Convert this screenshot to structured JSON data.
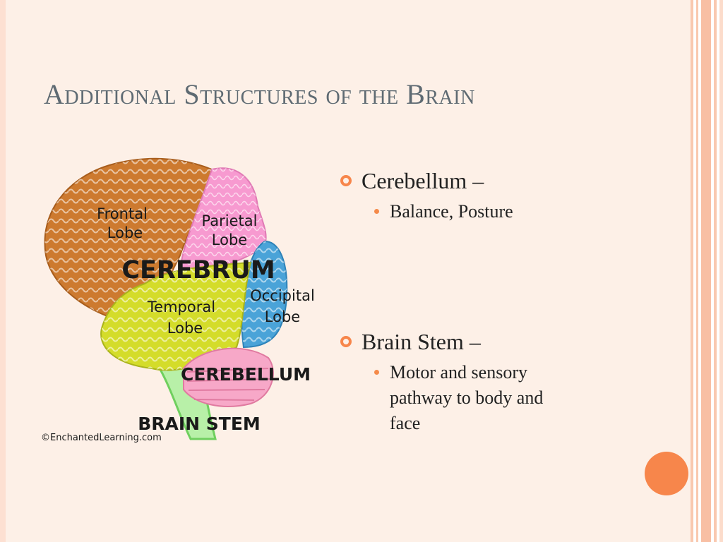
{
  "slide": {
    "title": "Additional Structures of the Brain",
    "colors": {
      "accent": "#f7864b",
      "title": "#5e6a72",
      "background": "#fdf0e7"
    }
  },
  "diagram": {
    "labels": {
      "frontal_1": "Frontal",
      "frontal_2": "Lobe",
      "parietal_1": "Parietal",
      "parietal_2": "Lobe",
      "cerebrum": "CEREBRUM",
      "occipital_1": "Occipital",
      "occipital_2": "Lobe",
      "temporal_1": "Temporal",
      "temporal_2": "Lobe",
      "cerebellum": "CEREBELLUM",
      "brain_stem": "BRAIN STEM",
      "credit": "©EnchantedLearning.com"
    }
  },
  "bullets": [
    {
      "heading": "Cerebellum –",
      "sub": [
        "Balance, Posture"
      ]
    },
    {
      "heading": "Brain Stem –",
      "sub_lines": [
        "Motor and sensory",
        "pathway to body and",
        "face"
      ]
    }
  ]
}
